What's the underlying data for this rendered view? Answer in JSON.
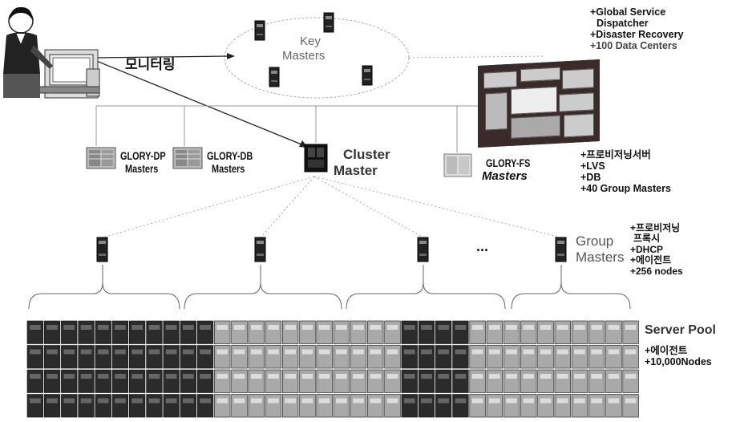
{
  "monitoring_label": "모니터링",
  "key_masters": {
    "line1": "Key",
    "line2": "Masters"
  },
  "global_notes": [
    "+Global Service",
    " Dispatcher",
    "+Disaster Recovery",
    "+100 Data Centers"
  ],
  "masters": {
    "glory_dp": {
      "name": "GLORY-DP",
      "sub": "Masters"
    },
    "glory_db": {
      "name": "GLORY-DB",
      "sub": "Masters"
    },
    "cluster": {
      "line1": "Cluster",
      "line2": "Master"
    },
    "glory_fs": {
      "name": "GLORY-FS",
      "sub": "Masters"
    }
  },
  "cluster_notes": [
    "+프로비저닝서버",
    "+LVS",
    "+DB",
    "+40 Group Masters"
  ],
  "group_masters": {
    "line1": "Group",
    "line2": "Masters",
    "ellipsis": "..."
  },
  "group_notes": [
    "+프로비저닝",
    " 프록시",
    "+DHCP",
    "+에이전트",
    "+256 nodes"
  ],
  "server_pool": {
    "title": "Server Pool",
    "notes": [
      "+에이전트",
      "+10,000Nodes"
    ]
  },
  "colors": {
    "line": "#555555",
    "rack_dark": "#2b2b2b",
    "rack_light": "#a9a9a9",
    "text": "#111111"
  }
}
